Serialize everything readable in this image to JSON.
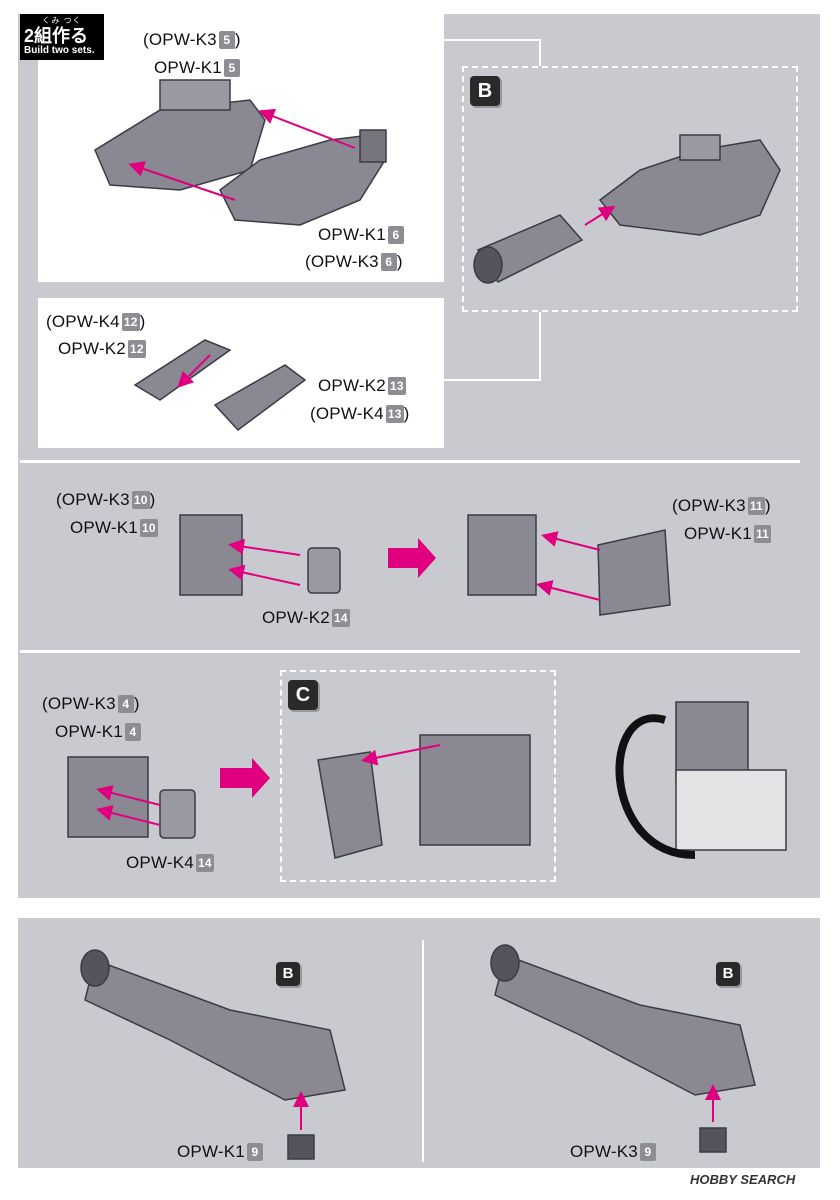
{
  "step": {
    "ruby": "くみ つく",
    "jp": "2組作る",
    "en": "Build two sets."
  },
  "labels": {
    "p1_k3": {
      "text": "OPW-K3",
      "num": "5",
      "paren": true
    },
    "p1_k1": {
      "text": "OPW-K1",
      "num": "5",
      "paren": false
    },
    "p1b_k1": {
      "text": "OPW-K1",
      "num": "6",
      "paren": false
    },
    "p1b_k3": {
      "text": "OPW-K3",
      "num": "6",
      "paren": true
    },
    "p2_k4": {
      "text": "OPW-K4",
      "num": "12",
      "paren": true
    },
    "p2_k2": {
      "text": "OPW-K2",
      "num": "12",
      "paren": false
    },
    "p2b_k2": {
      "text": "OPW-K2",
      "num": "13",
      "paren": false
    },
    "p2b_k4": {
      "text": "OPW-K4",
      "num": "13",
      "paren": true
    },
    "s2_k3": {
      "text": "OPW-K3",
      "num": "10",
      "paren": true
    },
    "s2_k1": {
      "text": "OPW-K1",
      "num": "10",
      "paren": false
    },
    "s2_k2": {
      "text": "OPW-K2",
      "num": "14",
      "paren": false
    },
    "s2r_k3": {
      "text": "OPW-K3",
      "num": "11",
      "paren": true
    },
    "s2r_k1": {
      "text": "OPW-K1",
      "num": "11",
      "paren": false
    },
    "s3_k3": {
      "text": "OPW-K3",
      "num": "4",
      "paren": true
    },
    "s3_k1": {
      "text": "OPW-K1",
      "num": "4",
      "paren": false
    },
    "s3_k4": {
      "text": "OPW-K4",
      "num": "14",
      "paren": false
    },
    "b1_k1": {
      "text": "OPW-K1",
      "num": "9",
      "paren": false
    },
    "b2_k3": {
      "text": "OPW-K3",
      "num": "9",
      "paren": false
    }
  },
  "badges": {
    "b_top": "B",
    "c": "C",
    "b_left": "B",
    "b_right": "B"
  },
  "watermark": "HOBBY SEARCH",
  "colors": {
    "part": "#8a8892",
    "partDark": "#55535c",
    "arrow": "#e0007f",
    "panel": "#c9cad0"
  }
}
